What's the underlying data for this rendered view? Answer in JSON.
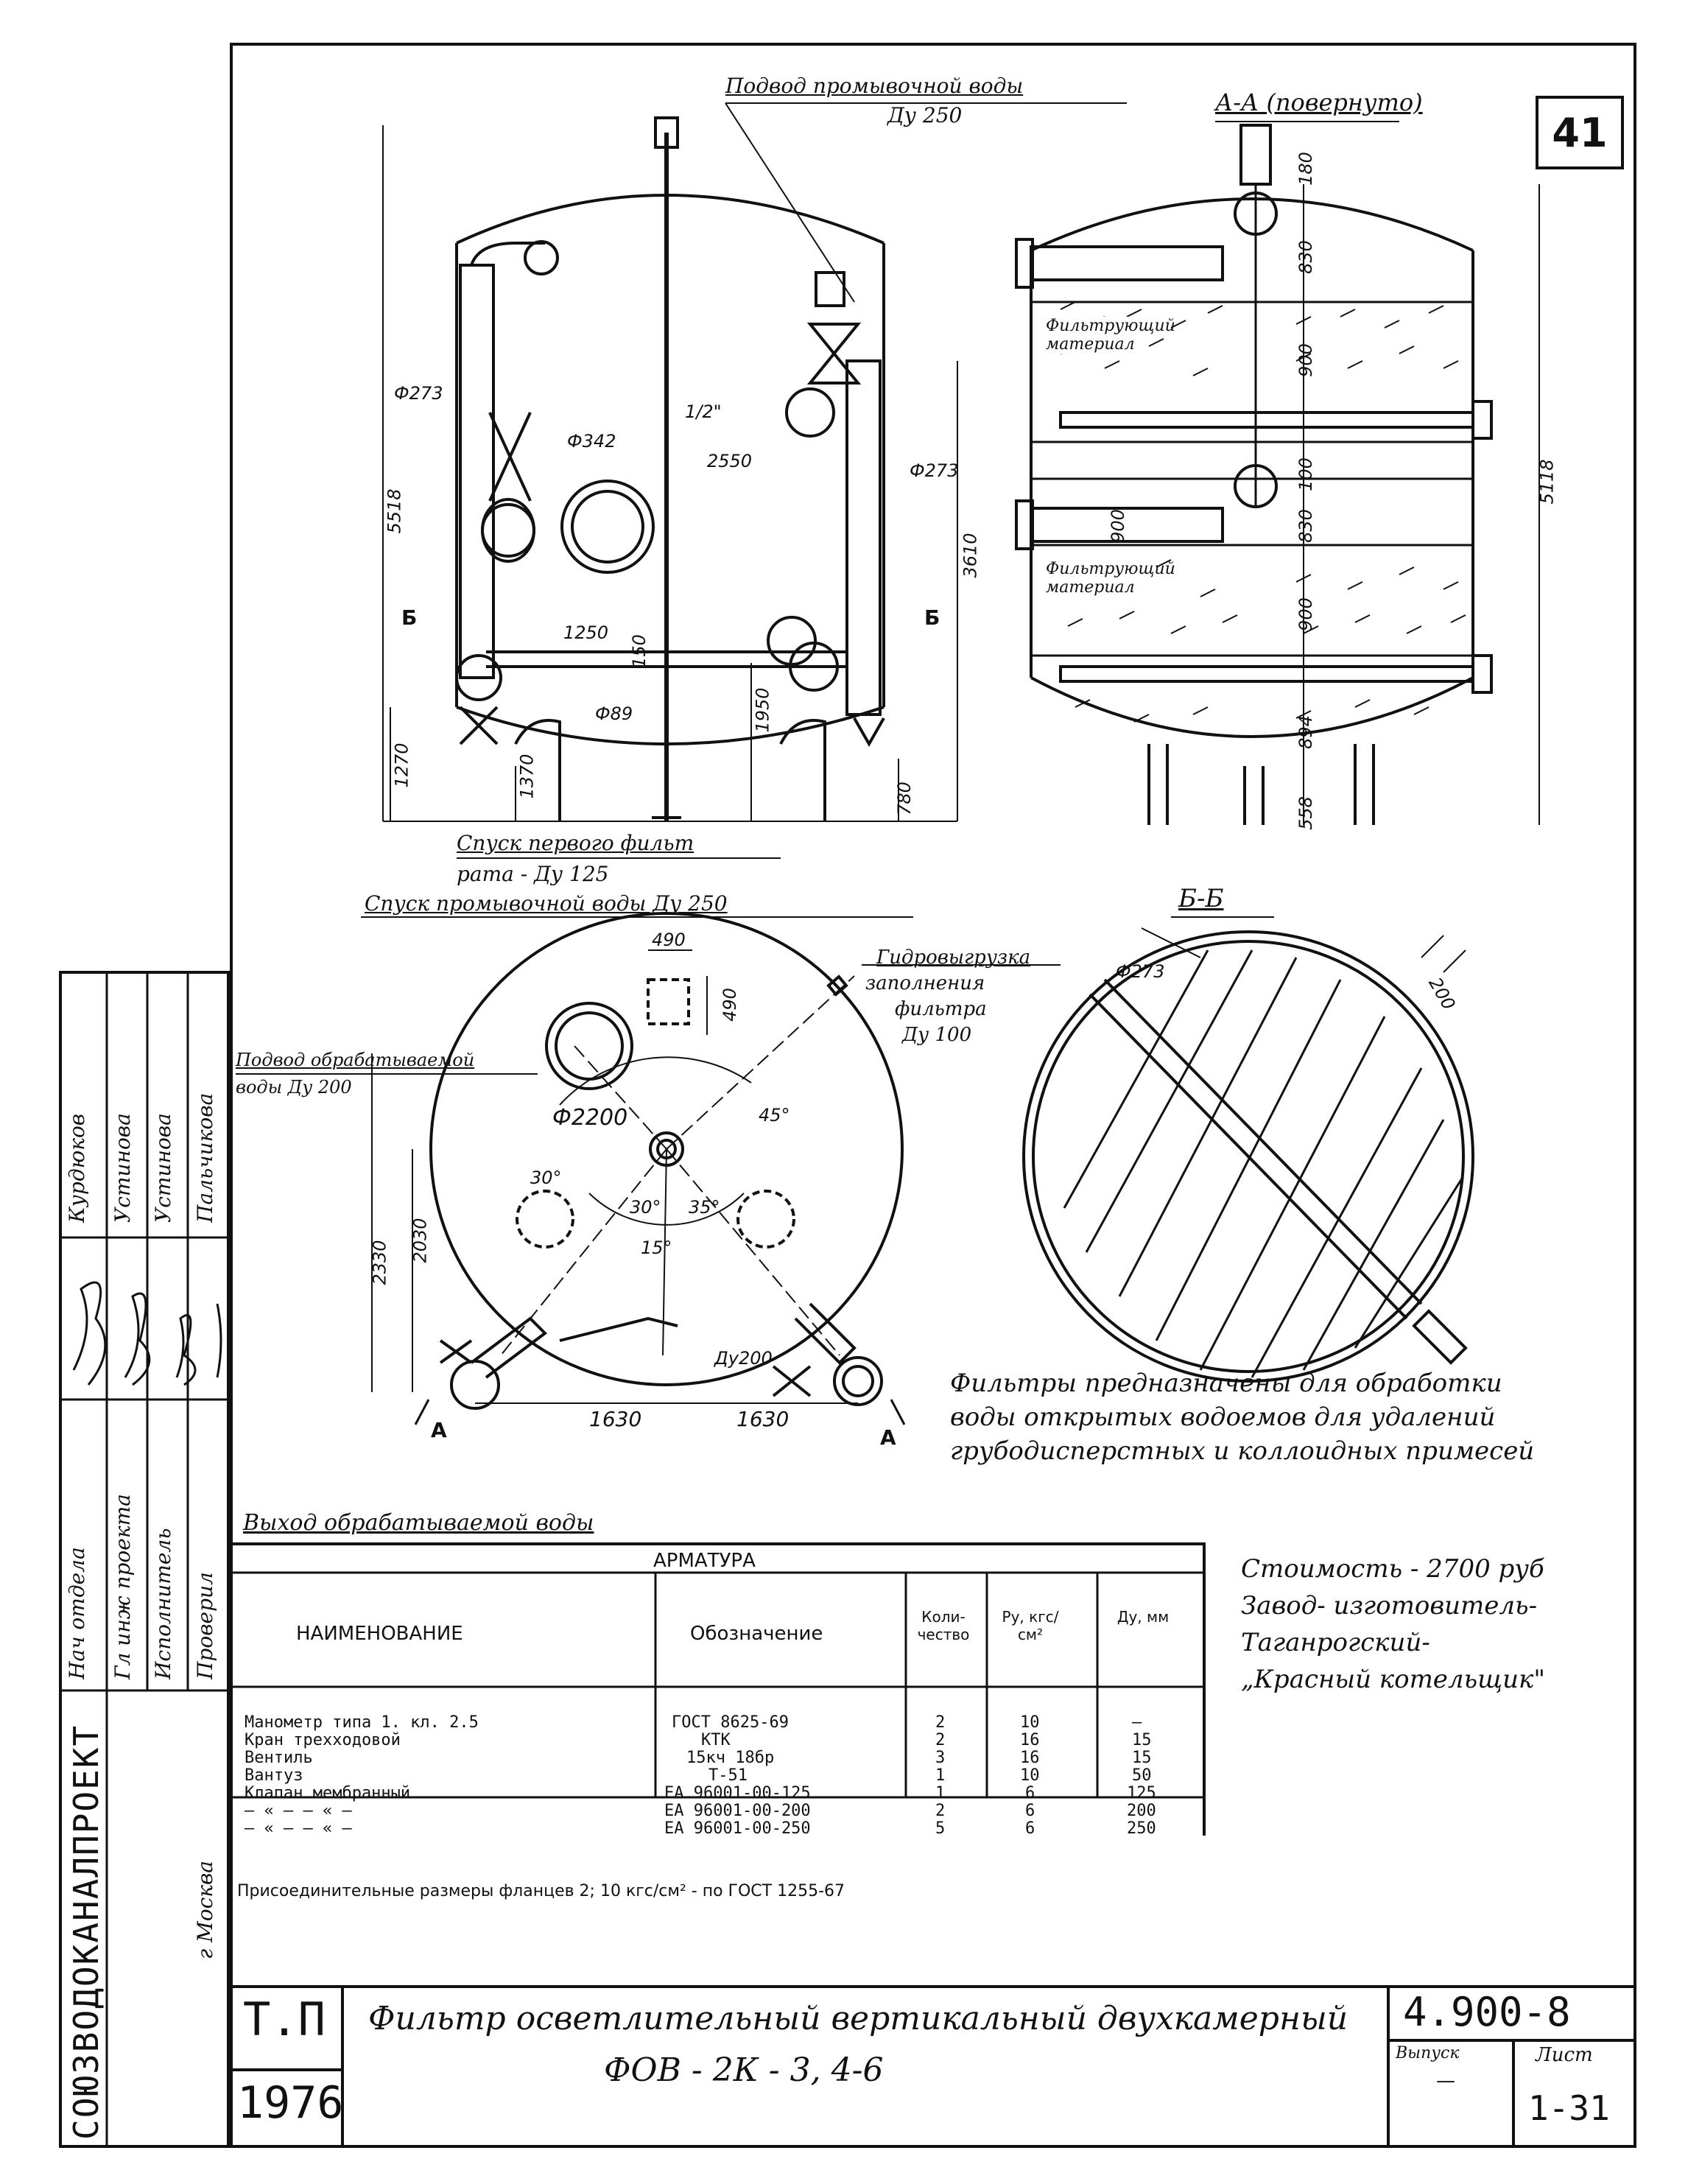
{
  "sheet_number": "41",
  "views": {
    "front": {
      "wash_water_inlet": "Подвод промывочной воды",
      "wash_water_inlet_dn": "Ду 250",
      "dims": [
        "Ф273",
        "Ф342",
        "1/2\"",
        "2550",
        "Ф273",
        "5518",
        "3610",
        "1250",
        "150",
        "Ф89",
        "1950",
        "1270",
        "1370",
        "780"
      ],
      "section_marks": [
        "Б",
        "Б"
      ],
      "first_filtrate_drain": "Спуск первого фильт",
      "first_filtrate_drain_2": "рата - Ду 125",
      "wash_water_drain": "Спуск промывочной воды Ду 250"
    },
    "section_aa": {
      "title": "А-А (повернуто)",
      "filter_material_1": "Фильтрующий материал",
      "filter_material_2": "Фильтрующий материал",
      "dims": [
        "180",
        "830",
        "900",
        "900",
        "830",
        "100",
        "900",
        "894",
        "558",
        "5118"
      ]
    },
    "plan": {
      "treated_water_inlet": "Подвод обрабатываемой",
      "treated_water_inlet_2": "воды Ду 200",
      "hydro_unload": "Гидровыгрузка",
      "hydro_unload_2": "заполнения",
      "hydro_unload_3": "фильтра",
      "hydro_unload_dn": "Ду 100",
      "dims": [
        "490",
        "490",
        "Ф2200",
        "45°",
        "30°",
        "30°",
        "35°",
        "15°",
        "2330",
        "2030",
        "Ду200",
        "1630",
        "1630"
      ],
      "section_marks": [
        "А",
        "А"
      ],
      "treated_water_outlet": "Выход обрабатываемой воды"
    },
    "section_bb": {
      "title": "Б-Б",
      "dims": [
        "Ф273",
        "200"
      ]
    }
  },
  "description": {
    "line1": "Фильтры предназначены для обработки",
    "line2": "воды открытых водоемов для удалений",
    "line3": "грубодисперстных и коллоидных примесей"
  },
  "cost": {
    "line1": "Стоимость - 2700 руб",
    "line2": "Завод- изготовитель-",
    "line3": "Таганрогский-",
    "line4": "„Красный котельщик\""
  },
  "armatura": {
    "title": "Арматура",
    "headers": {
      "name": "Наименование",
      "designation": "Обозначение",
      "qty": "Коли-чество",
      "py": "Ру, кгс/см²",
      "dy": "Ду, мм"
    },
    "rows": [
      {
        "name": "Манометр типа 1. кл. 2.5",
        "designation": "ГОСТ 8625-69",
        "qty": "2",
        "py": "10",
        "dy": "—"
      },
      {
        "name": "Кран трехходовой",
        "designation": "КТК",
        "qty": "2",
        "py": "16",
        "dy": "15"
      },
      {
        "name": "Вентиль",
        "designation": "15кч 18бр",
        "qty": "3",
        "py": "16",
        "dy": "15"
      },
      {
        "name": "Вантуз",
        "designation": "Т-51",
        "qty": "1",
        "py": "10",
        "dy": "50"
      },
      {
        "name": "Клапан мембранный",
        "designation": "ЕА 96001-00-125",
        "qty": "1",
        "py": "6",
        "dy": "125"
      },
      {
        "name": "— « —   — « —",
        "designation": "ЕА 96001-00-200",
        "qty": "2",
        "py": "6",
        "dy": "200"
      },
      {
        "name": "— « —   — « —",
        "designation": "ЕА 96001-00-250",
        "qty": "5",
        "py": "6",
        "dy": "250"
      }
    ],
    "footnote": "Присоединительные размеры фланцев 2; 10 кгс/см² - по ГОСТ 1255-67"
  },
  "stamp": {
    "org": "СОЮЗВОДОКАНАЛПРОЕКТ",
    "city": "г Москва",
    "roles": [
      "Нач отдела",
      "Гл инж проекта",
      "Исполнитель",
      "Проверил"
    ],
    "names": [
      "Курдюков",
      "Устинова",
      "Устинова",
      "Пальчикова"
    ]
  },
  "title_block": {
    "td": "Т.П",
    "year": "1976",
    "title_line1": "Фильтр осветлительный вертикальный двухкамерный",
    "title_line2": "ФОВ - 2К - 3, 4-6",
    "code": "4.900-8",
    "issue_label": "Выпуск",
    "issue_value": "—",
    "sheet_label": "Лист",
    "sheet_value": "1-31"
  }
}
